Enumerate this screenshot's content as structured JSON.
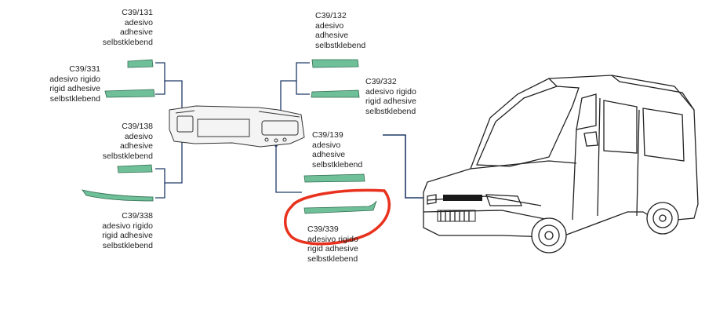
{
  "parts": {
    "c39_131": {
      "code": "C39/131",
      "lines": [
        "adesivo",
        "adhesive",
        "selbstklebend"
      ]
    },
    "c39_331": {
      "code": "C39/331",
      "lines": [
        "adesivo rigido",
        "rigid adhesive",
        "selbstklebend"
      ]
    },
    "c39_138": {
      "code": "C39/138",
      "lines": [
        "adesivo",
        "adhesive",
        "selbstklebend"
      ]
    },
    "c39_338": {
      "code": "C39/338",
      "lines": [
        "adesivo rigido",
        "rigid adhesive",
        "selbstklebend"
      ]
    },
    "c39_132": {
      "code": "C39/132",
      "lines": [
        "adesivo",
        "adhesive",
        "selbstklebend"
      ]
    },
    "c39_332": {
      "code": "C39/332",
      "lines": [
        "adesivo rigido",
        "rigid adhesive",
        "selbstklebend"
      ]
    },
    "c39_139": {
      "code": "C39/139",
      "lines": [
        "adesivo",
        "adhesive",
        "selbstklebend"
      ]
    },
    "c39_339": {
      "code": "C39/339",
      "lines": [
        "adesivo rigido",
        "rigid adhesive",
        "selbstklebend"
      ]
    }
  },
  "colors": {
    "strip_fill": "#6fbf99",
    "strip_stroke": "#2f6b4e",
    "leader_line": "#1f3a66",
    "highlight": "#e8321e"
  }
}
